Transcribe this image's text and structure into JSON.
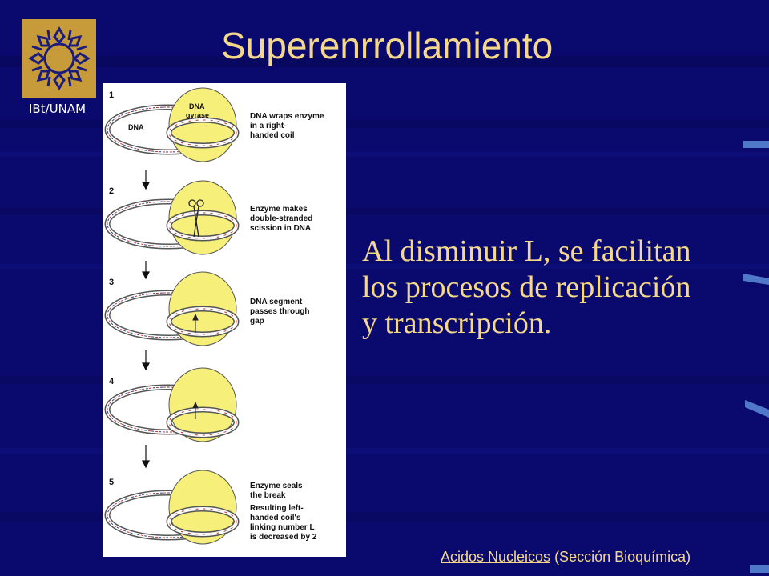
{
  "slide": {
    "title": "Superenrrollamiento",
    "logo": {
      "caption": "IBt/UNAM",
      "icon": "sun-helix-logo-icon"
    },
    "body_lines": [
      "Al disminuir L, se facilitan",
      "los procesos de replicación",
      "y transcripción."
    ],
    "footer": {
      "link_text": "Acidos Nucleicos",
      "suffix": " (Sección Bioquímica)"
    }
  },
  "figure": {
    "egg_labels": {
      "dna": "DNA",
      "gyrase_1": "DNA",
      "gyrase_2": "gyrase"
    },
    "steps": [
      {
        "number": "1",
        "lines": [
          "DNA wraps enzyme",
          "in a right-",
          "handed coil"
        ]
      },
      {
        "number": "2",
        "lines": [
          "Enzyme makes",
          "double-stranded",
          "scission in DNA"
        ]
      },
      {
        "number": "3",
        "lines": [
          "DNA segment",
          "passes through",
          "gap"
        ]
      },
      {
        "number": "4",
        "lines": []
      },
      {
        "number": "5",
        "lines": [
          "Enzyme seals",
          "the break",
          "Resulting left-",
          "handed coil's",
          "linking number L",
          "is decreased by 2"
        ]
      }
    ]
  },
  "colors": {
    "background": "#0a0a6e",
    "title_text": "#f5d88a",
    "egg_yellow": "#f6ef7a",
    "logo_gold": "#c79a3a"
  }
}
